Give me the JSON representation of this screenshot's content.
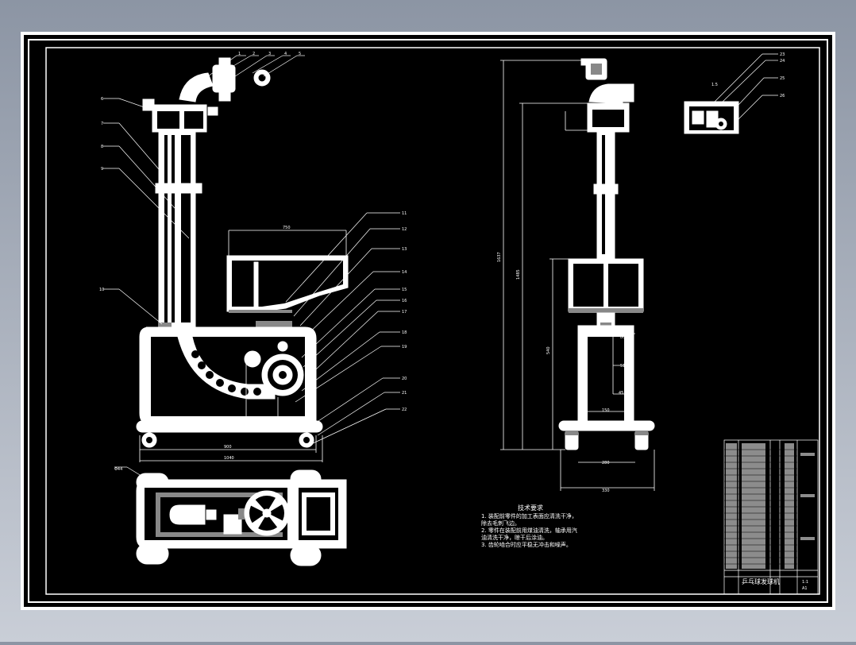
{
  "drawing": {
    "callouts_left": [
      "1",
      "2",
      "3",
      "4",
      "5",
      "6",
      "7",
      "8",
      "9",
      "10",
      "11",
      "12",
      "13",
      "14",
      "15",
      "16",
      "17",
      "18",
      "19",
      "20",
      "21",
      "22"
    ],
    "callouts_right": [
      "23",
      "24",
      "25",
      "26"
    ],
    "dims": {
      "hopper_width": "750",
      "base_inner": "900",
      "base_outer": "1040",
      "wheel_note": "Φ44",
      "total_height": "1637",
      "mast_height": "1485",
      "base_height": "540",
      "d1": "80",
      "d2": "51",
      "d3": "45",
      "d4": "150",
      "d5": "280",
      "d6": "330",
      "side_box": "1.5"
    },
    "tech_title": "技术要求",
    "tech_lines": [
      "1. 装配前零件的加工表面应清洗干净，",
      "   除去毛刺飞边。",
      "2. 零件在装配前用煤油清洗，轴承用汽",
      "   油清洗干净，晾干后涂油。",
      "3. 齿轮啮合时应平稳无冲击和噪声。"
    ],
    "title_block": {
      "name": "乒乓球发球机",
      "scale": "1:1",
      "sheet": "A1"
    }
  }
}
